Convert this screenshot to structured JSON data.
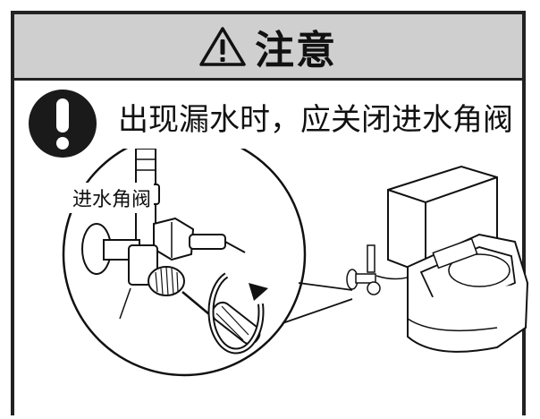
{
  "header": {
    "icon": "warning-triangle-icon",
    "title": "注意"
  },
  "instruction": {
    "icon": "mandatory-exclamation-icon",
    "text": "出现漏水时，应关闭进水角阀"
  },
  "illustration": {
    "callout_label": "进水角阀",
    "icons": [
      "valve-closeup-illustration",
      "toilet-illustration",
      "rotation-arrow-icon",
      "screwdriver-icon"
    ]
  },
  "colors": {
    "header_bg": "#cfcfcf",
    "border": "#222222",
    "icon_fill": "#1a1a1a"
  }
}
